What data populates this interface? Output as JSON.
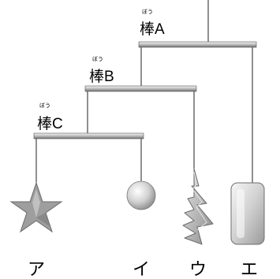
{
  "rods": [
    {
      "id": "A",
      "label": "棒A",
      "ruby": "ぼう"
    },
    {
      "id": "B",
      "label": "棒B",
      "ruby": "ぼう"
    },
    {
      "id": "C",
      "label": "棒C",
      "ruby": "ぼう"
    }
  ],
  "objects": [
    {
      "label": "ア",
      "shape": "star-icon"
    },
    {
      "label": "イ",
      "shape": "sphere-icon"
    },
    {
      "label": "ウ",
      "shape": "lightning-icon"
    },
    {
      "label": "エ",
      "shape": "rounded-block-icon"
    }
  ]
}
